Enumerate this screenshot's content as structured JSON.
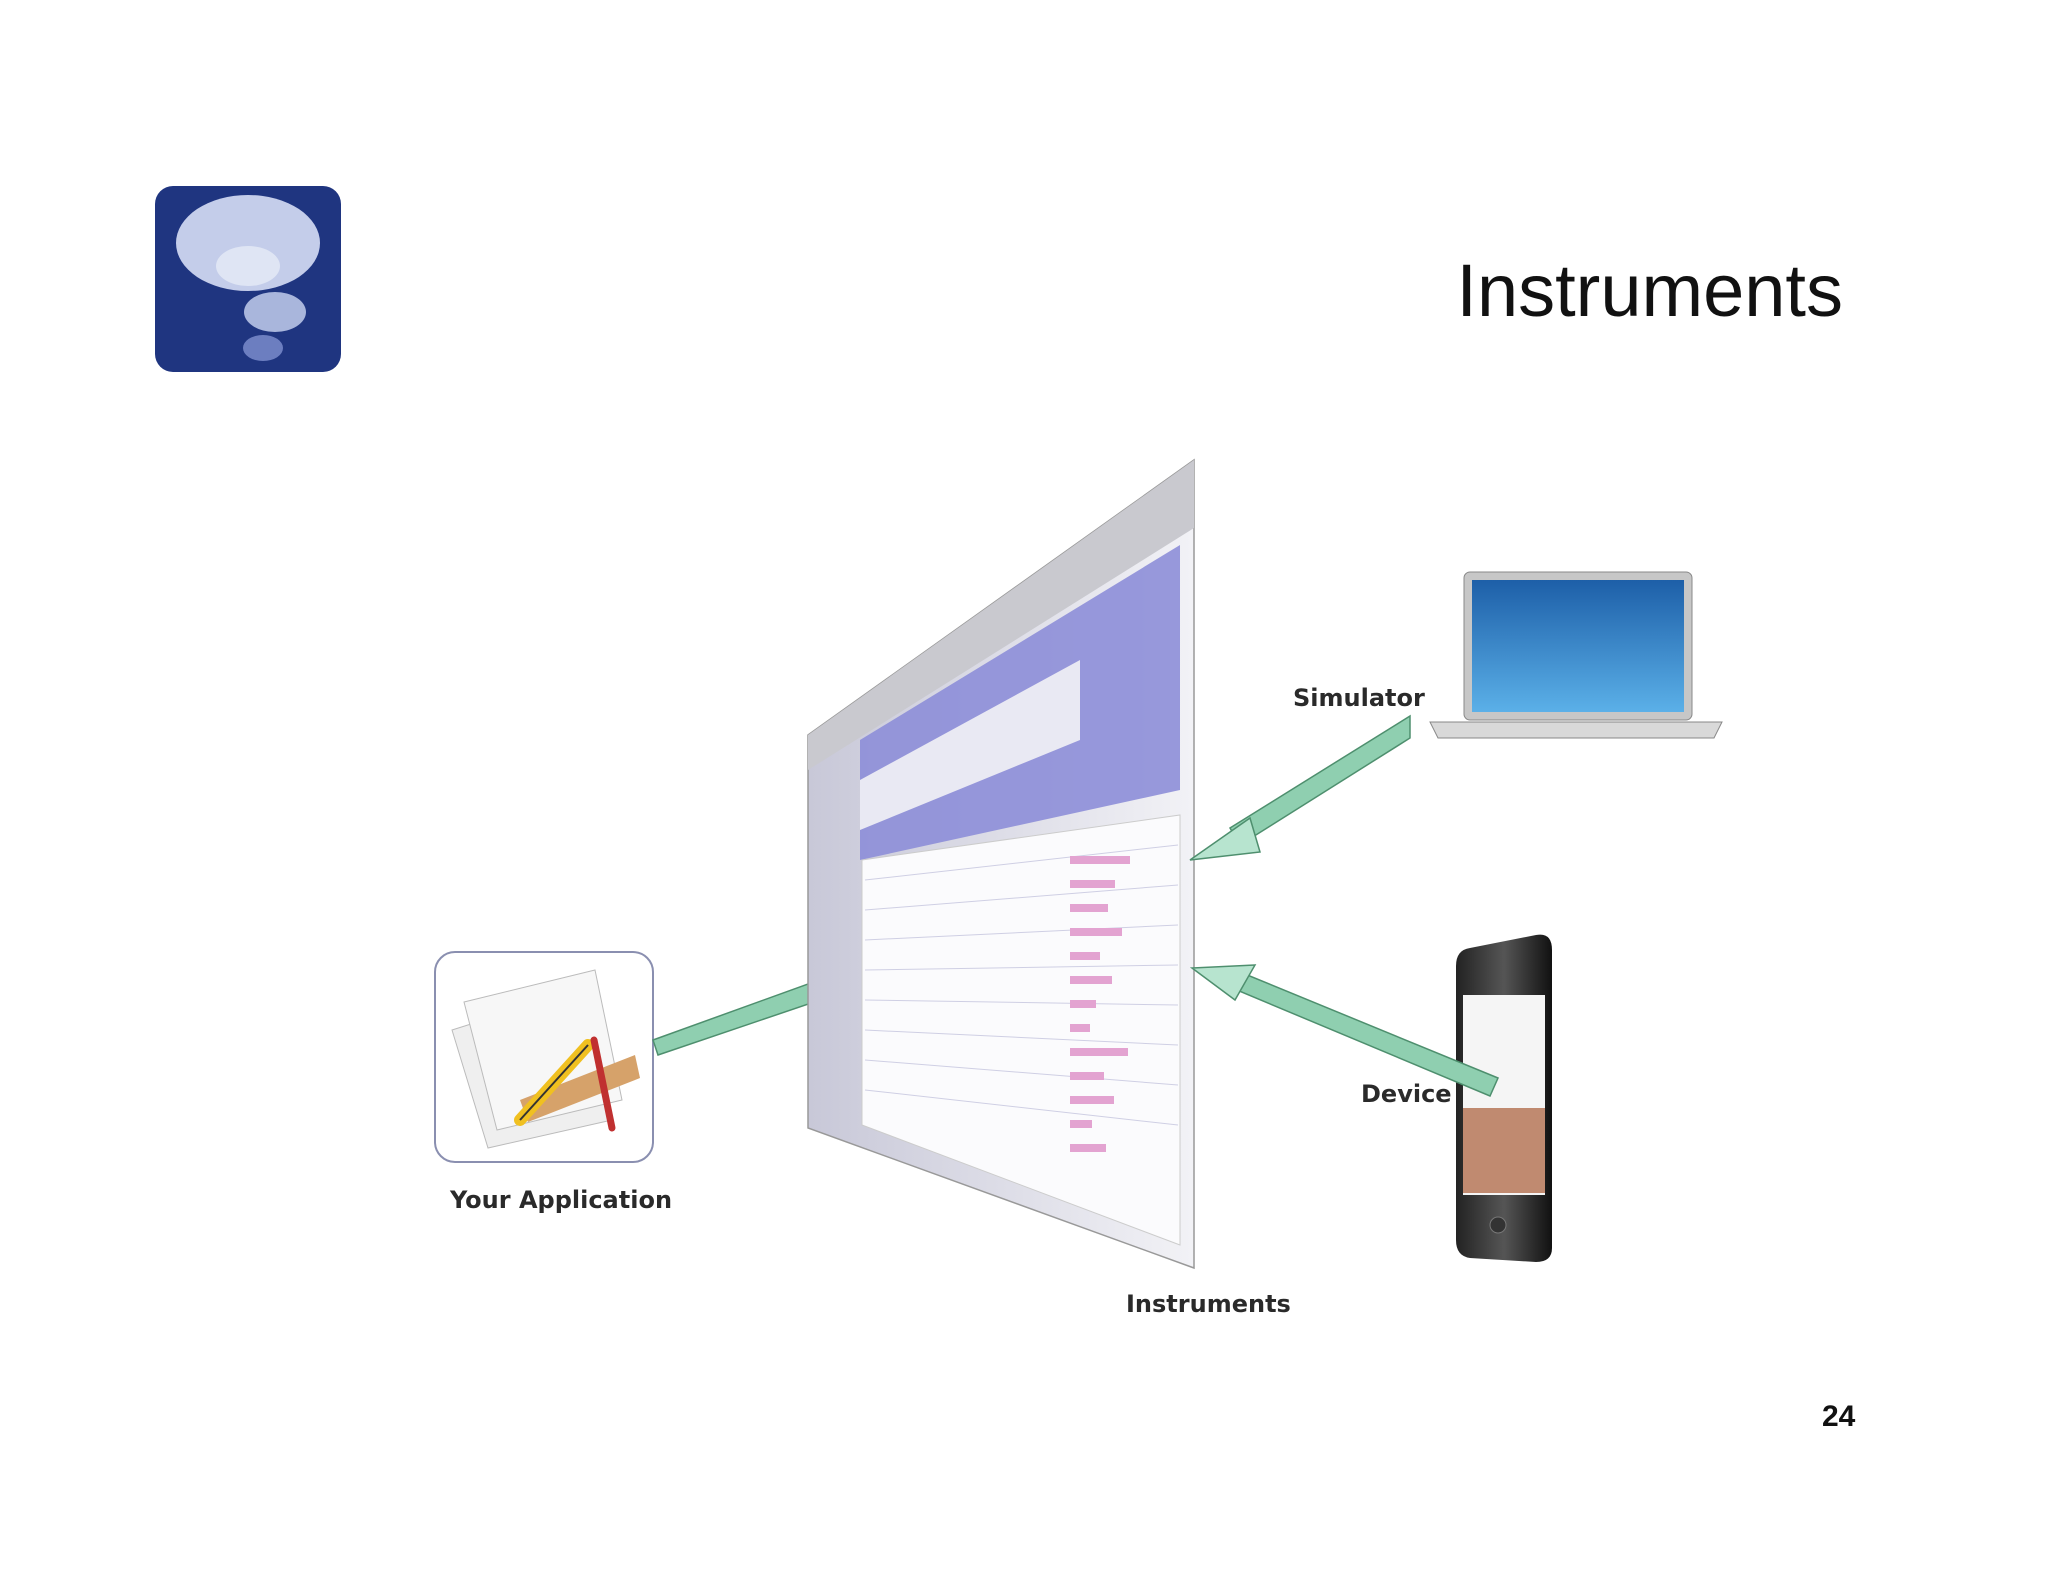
{
  "slide": {
    "title": "Instruments",
    "page_number": "24"
  },
  "diagram": {
    "labels": {
      "simulator": "Simulator",
      "device": "Device",
      "instruments": "Instruments",
      "application": "Your Application"
    },
    "colors": {
      "logo_blue": "#1f3580",
      "arrow_green": "#8fcfb0",
      "window_purple": "#8d8ed8",
      "laptop_screen": "#2a7fc4"
    }
  }
}
